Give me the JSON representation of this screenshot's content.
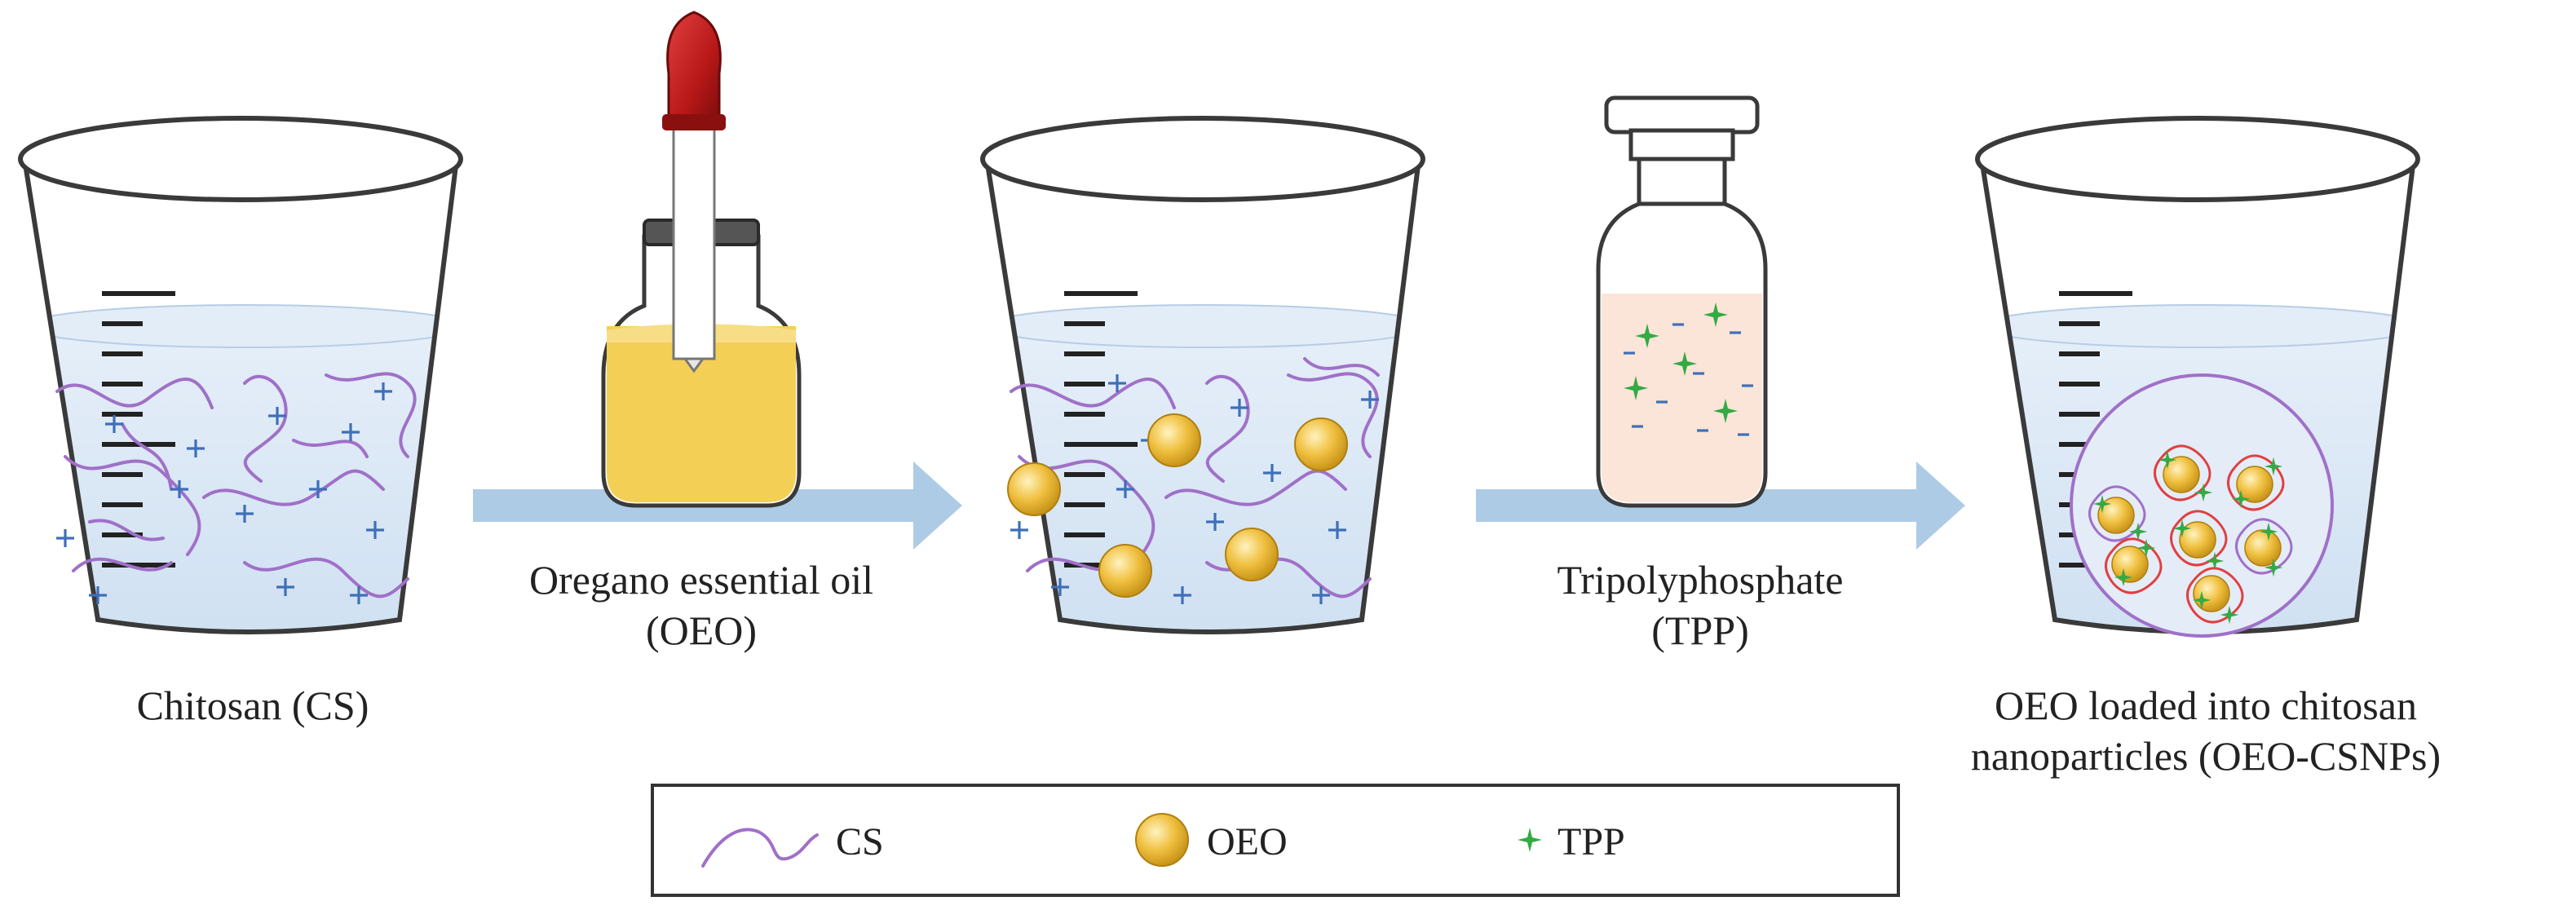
{
  "labels": {
    "chitosan": "Chitosan (CS)",
    "oeo_line1": "Oregano essential oil",
    "oeo_line2": "(OEO)",
    "tpp_line1": "Tripolyphosphate",
    "tpp_line2": "(TPP)",
    "product_line1": "OEO loaded into chitosan",
    "product_line2": "nanoparticles (OEO-CSNPs)"
  },
  "legend": {
    "cs": "CS",
    "oeo": "OEO",
    "tpp": "TPP"
  },
  "colors": {
    "solution": "#dbe8f5",
    "solution_edge": "#a9c4e2",
    "arrow": "#aecbe6",
    "chitosan_chain": "#a070c8",
    "positive_charge": "#3e6fb8",
    "oil_droplet": "#f0c040",
    "oil_liquid": "#f4cf55",
    "dropper_bulb": "#b81818",
    "tpp_star": "#33aa44",
    "tpp_solution": "#fbe5d8",
    "nanoparticle_wrap": "#e04040"
  }
}
